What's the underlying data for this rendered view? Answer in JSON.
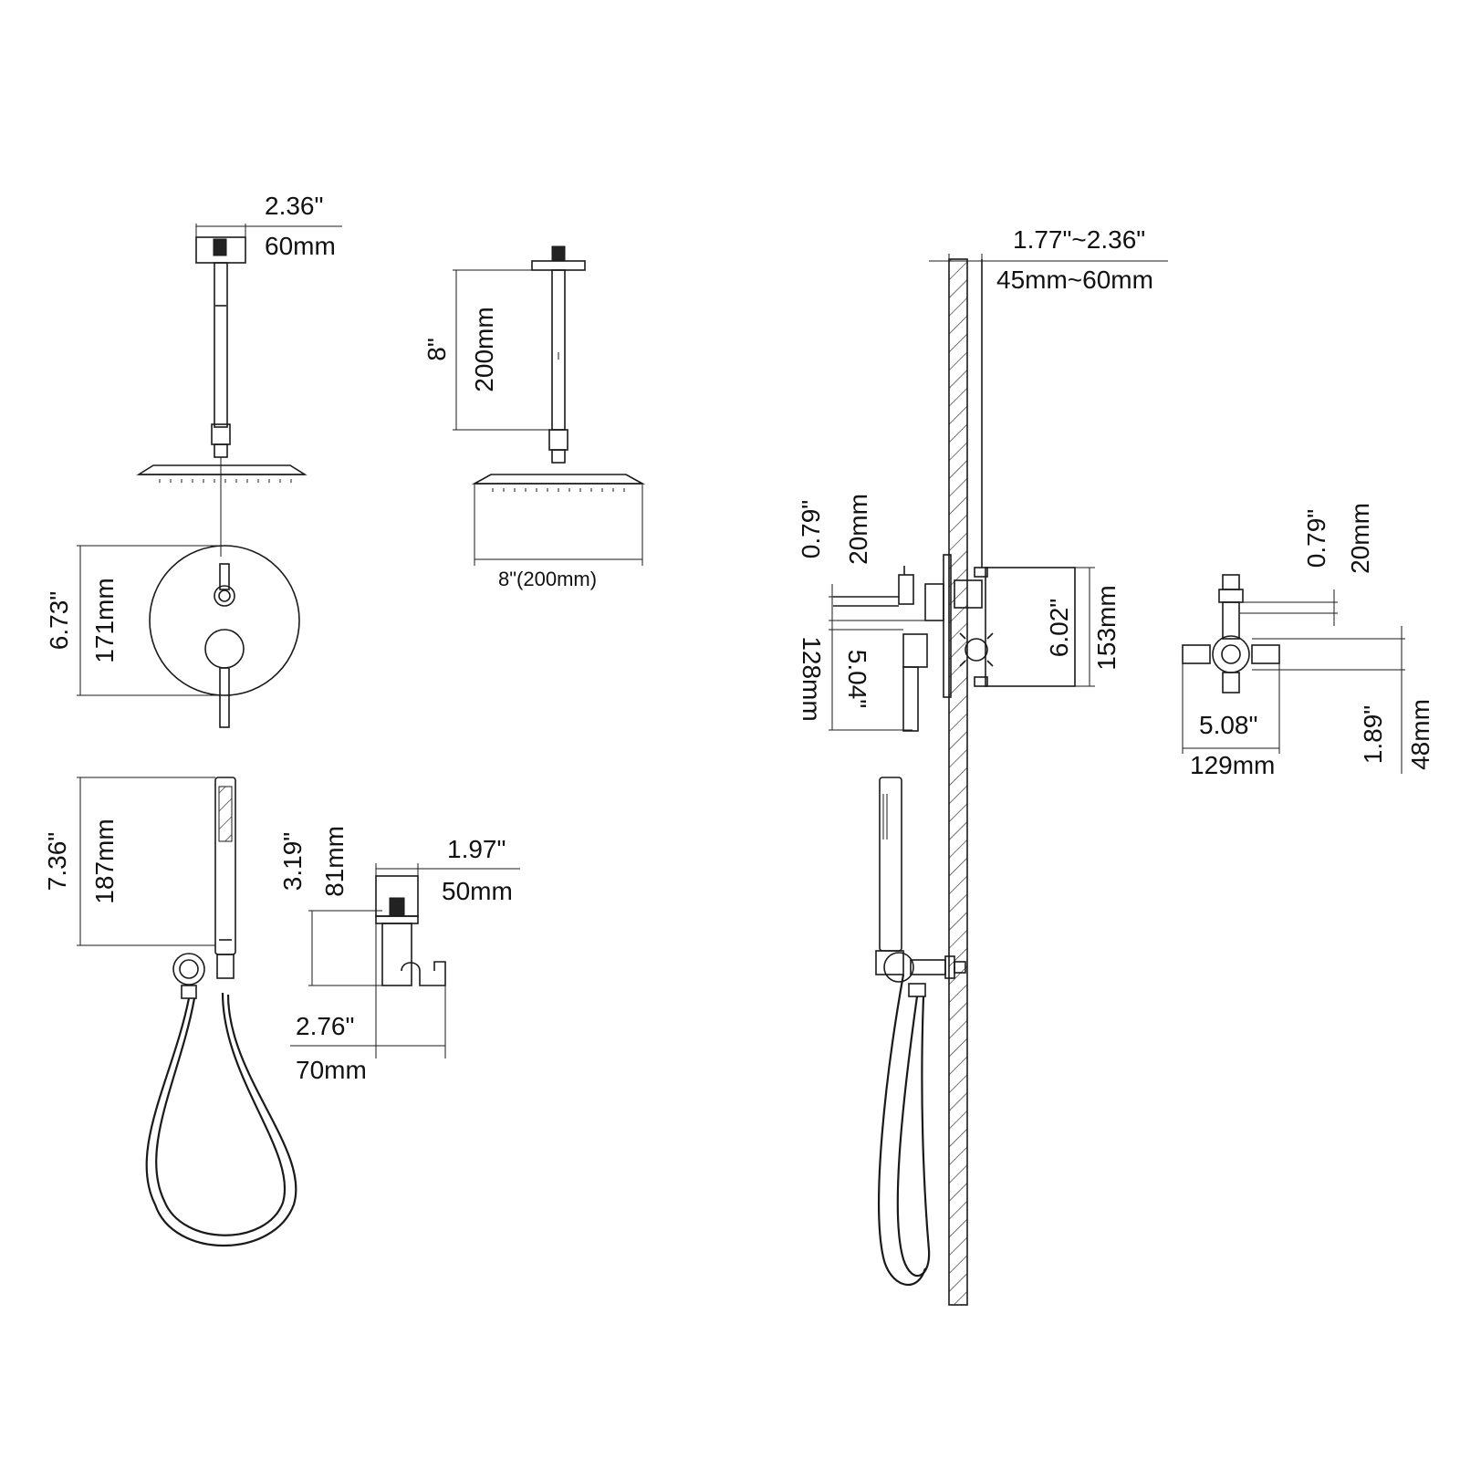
{
  "dimensions": {
    "arm_flange_in": "2.36\"",
    "arm_flange_mm": "60mm",
    "arm_length_in": "8\"",
    "arm_length_mm": "200mm",
    "head_width": "8\"(200mm)",
    "trim_plate_in": "6.73\"",
    "trim_plate_mm": "171mm",
    "handshower_in": "7.36\"",
    "handshower_mm": "187mm",
    "holder_height_in": "3.19\"",
    "holder_height_mm": "81mm",
    "holder_width_in": "1.97\"",
    "holder_width_mm": "50mm",
    "holder_depth_in": "2.76\"",
    "holder_depth_mm": "70mm",
    "wall_depth_in": "1.77\"~2.36\"",
    "wall_depth_mm": "45mm~60mm",
    "spout_offset_in": "0.79\"",
    "spout_offset_mm": "20mm",
    "handle_drop_in": "5.04\"",
    "handle_drop_mm": "128mm",
    "valve_height_in": "6.02\"",
    "valve_height_mm": "153mm",
    "valve_top_in": "0.79\"",
    "valve_top_mm": "20mm",
    "valve_width_in": "5.08\"",
    "valve_width_mm": "129mm",
    "valve_depth_in": "1.89\"",
    "valve_depth_mm": "48mm"
  }
}
